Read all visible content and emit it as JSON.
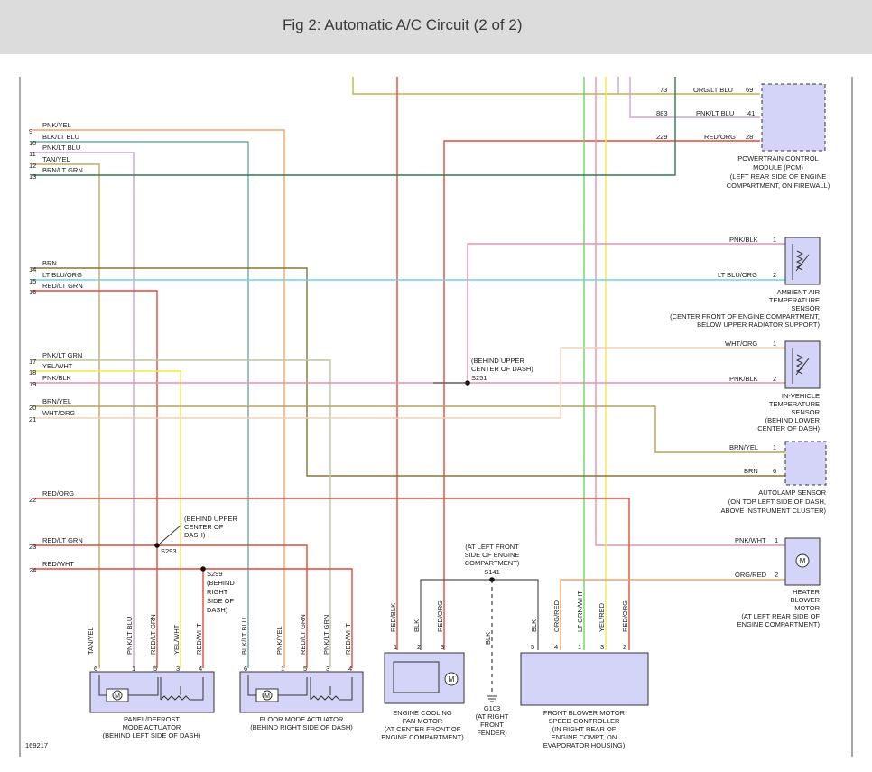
{
  "header": {
    "title": "Fig 2: Automatic A/C Circuit (2 of 2)"
  },
  "colors": {
    "header_bg": "#dcdcdc",
    "component_fill": "#d4d4f8",
    "red": "#e8473a",
    "pink": "#e88fb0",
    "orange": "#f0a26a",
    "tan": "#c7a85a",
    "brown": "#8a7336",
    "green": "#6fcf6f",
    "lightblue": "#6fd3e6",
    "yellow": "#f0e84a",
    "darkgreen": "#2f7a4b",
    "lavender": "#c8a6d8",
    "tealgray": "#6ea9a6",
    "peach": "#f2d0b4"
  },
  "left_wires": [
    {
      "pin": "9",
      "label": "PNK/YEL"
    },
    {
      "pin": "10",
      "label": "BLK/LT BLU"
    },
    {
      "pin": "11",
      "label": "PNK/LT BLU"
    },
    {
      "pin": "12",
      "label": "TAN/YEL"
    },
    {
      "pin": "13",
      "label": "BRN/LT GRN"
    },
    {
      "pin": "14",
      "label": "BRN"
    },
    {
      "pin": "15",
      "label": "LT BLU/ORG"
    },
    {
      "pin": "16",
      "label": "RED/LT GRN"
    },
    {
      "pin": "17",
      "label": "PNK/LT GRN"
    },
    {
      "pin": "18",
      "label": "YEL/WHT"
    },
    {
      "pin": "19",
      "label": "PNK/BLK"
    },
    {
      "pin": "20",
      "label": "BRN/YEL"
    },
    {
      "pin": "21",
      "label": "WHT/ORG"
    },
    {
      "pin": "22",
      "label": "RED/ORG"
    },
    {
      "pin": "23",
      "label": "RED/LT GRN"
    },
    {
      "pin": "24",
      "label": "RED/WHT"
    }
  ],
  "pcm": {
    "circuits": [
      {
        "circuit": "73",
        "label": "ORG/LT BLU",
        "pin": "69"
      },
      {
        "circuit": "883",
        "label": "PNK/LT BLU",
        "pin": "41"
      },
      {
        "circuit": "229",
        "label": "RED/ORG",
        "pin": "28"
      }
    ],
    "name": [
      "POWERTRAIN CONTROL",
      "MODULE (PCM)",
      "(LEFT REAR SIDE OF ENGINE",
      "COMPARTMENT, ON FIREWALL)"
    ]
  },
  "ambient": {
    "wires": [
      {
        "label": "PNK/BLK",
        "pin": "1"
      },
      {
        "label": "LT BLU/ORG",
        "pin": "2"
      }
    ],
    "name": [
      "AMBIENT AIR",
      "TEMPERATURE",
      "SENSOR",
      "(CENTER FRONT OF ENGINE COMPARTMENT,",
      "BELOW UPPER RADIATOR SUPPORT)"
    ]
  },
  "invehicle": {
    "wires": [
      {
        "label": "WHT/ORG",
        "pin": "1"
      },
      {
        "label": "PNK/BLK",
        "pin": "2"
      }
    ],
    "name": [
      "IN-VEHICLE",
      "TEMPERATURE",
      "SENSOR",
      "(BEHIND LOWER",
      "CENTER OF DASH)"
    ]
  },
  "autolamp": {
    "wires": [
      {
        "label": "BRN/YEL",
        "pin": "1"
      },
      {
        "label": "BRN",
        "pin": "6"
      }
    ],
    "name": [
      "AUTOLAMP SENSOR",
      "(ON TOP LEFT SIDE OF DASH,",
      "ABOVE INSTRUMENT CLUSTER)"
    ]
  },
  "heater": {
    "wires": [
      {
        "label": "PNK/WHT",
        "pin": "1"
      },
      {
        "label": "ORG/RED",
        "pin": "2"
      }
    ],
    "name": [
      "HEATER",
      "BLOWER",
      "MOTOR",
      "(AT LEFT REAR SIDE OF",
      "ENGINE COMPARTMENT)"
    ]
  },
  "splices": {
    "s251": {
      "note": [
        "(BEHIND UPPER",
        "CENTER OF DASH)"
      ],
      "id": "S251"
    },
    "s293": {
      "note": [
        "(BEHIND UPPER",
        "CENTER OF",
        "DASH)"
      ],
      "id": "S293"
    },
    "s299": {
      "id": "S299",
      "note": [
        "(BEHIND",
        "RIGHT",
        "SIDE OF",
        "DASH)"
      ]
    },
    "s141": {
      "note": [
        "(AT LEFT FRONT",
        "SIDE OF ENGINE",
        "COMPARTMENT)"
      ],
      "id": "S141"
    }
  },
  "panel_actuator": {
    "wires": [
      {
        "label": "TAN/YEL",
        "pin": "6"
      },
      {
        "label": "PNK/LT BLU",
        "pin": "1"
      },
      {
        "label": "RED/LT GRN",
        "pin": "5"
      },
      {
        "label": "YEL/WHT",
        "pin": "3"
      },
      {
        "label": "RED/WHT",
        "pin": "4"
      }
    ],
    "name": [
      "PANEL/DEFROST",
      "MODE ACTUATOR",
      "(BEHIND LEFT SIDE OF DASH)"
    ]
  },
  "floor_actuator": {
    "wires": [
      {
        "label": "BLK/LT BLU",
        "pin": "6"
      },
      {
        "label": "PNK/YEL",
        "pin": "1"
      },
      {
        "label": "RED/LT GRN",
        "pin": "5"
      },
      {
        "label": "PNK/LT GRN",
        "pin": "3"
      },
      {
        "label": "RED/WHT",
        "pin": "4"
      }
    ],
    "name": [
      "FLOOR MODE ACTUATOR",
      "(BEHIND RIGHT SIDE OF DASH)"
    ]
  },
  "fan_motor": {
    "wires": [
      {
        "label": "RED/BLK",
        "pin": "1"
      },
      {
        "label": "BLK",
        "pin": "2"
      },
      {
        "label": "RED/ORG",
        "pin": "3"
      }
    ],
    "name": [
      "ENGINE COOLING",
      "FAN MOTOR",
      "(AT CENTER FRONT OF",
      "ENGINE COMPARTMENT)"
    ]
  },
  "ground": {
    "wire_label": "BLK",
    "name": [
      "G103",
      "(AT RIGHT",
      "FRONT",
      "FENDER)"
    ]
  },
  "blower_controller": {
    "wires": [
      {
        "label": "BLK",
        "pin": "5"
      },
      {
        "label": "ORG/RED",
        "pin": "4"
      },
      {
        "label": "LT GRN/WHT",
        "pin": "1"
      },
      {
        "label": "YEL/RED",
        "pin": "3"
      },
      {
        "label": "RED/ORG",
        "pin": "2"
      }
    ],
    "name": [
      "FRONT BLOWER MOTOR",
      "SPEED CONTROLLER",
      "(IN RIGHT REAR OF",
      "ENGINE COMPT, ON",
      "EVAPORATOR HOUSING)"
    ]
  },
  "figure_number": "169217"
}
